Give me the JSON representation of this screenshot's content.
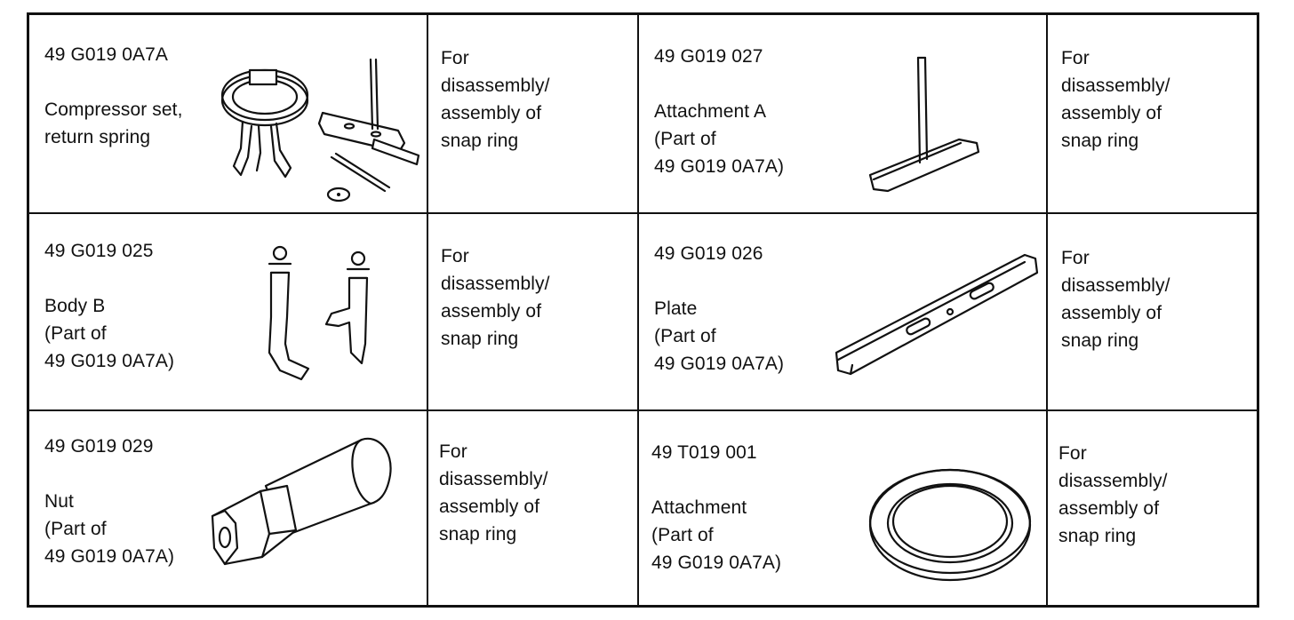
{
  "rows": [
    [
      {
        "code": "49 G019 0A7A",
        "name_lines": [
          "Compressor set,",
          "return spring"
        ],
        "icon": "compressor-set-illustration",
        "purpose_lines": [
          "For",
          "disassembly/",
          "assembly of",
          "snap ring"
        ]
      },
      {
        "code": "49 G019 027",
        "name_lines": [
          "Attachment A",
          "(Part of",
          "49 G019 0A7A)"
        ],
        "icon": "attachment-a-illustration",
        "purpose_lines": [
          "For",
          "disassembly/",
          "assembly of",
          "snap ring"
        ]
      }
    ],
    [
      {
        "code": "49 G019 025",
        "name_lines": [
          "Body B",
          "(Part of",
          "49 G019 0A7A)"
        ],
        "icon": "body-b-illustration",
        "purpose_lines": [
          "For",
          "disassembly/",
          "assembly of",
          "snap ring"
        ]
      },
      {
        "code": "49 G019 026",
        "name_lines": [
          "Plate",
          "(Part of",
          "49 G019 0A7A)"
        ],
        "icon": "plate-illustration",
        "purpose_lines": [
          "For",
          "disassembly/",
          "assembly of",
          "snap ring"
        ]
      }
    ],
    [
      {
        "code": "49 G019 029",
        "name_lines": [
          "Nut",
          "(Part of",
          "49 G019 0A7A)"
        ],
        "icon": "nut-illustration",
        "purpose_lines": [
          "For",
          "disassembly/",
          "assembly of",
          "snap ring"
        ]
      },
      {
        "code": "49 T019 001",
        "name_lines": [
          "Attachment",
          "(Part of",
          "49 G019 0A7A)"
        ],
        "icon": "attachment-ring-illustration",
        "purpose_lines": [
          "For",
          "disassembly/",
          "assembly of",
          "snap ring"
        ]
      }
    ]
  ]
}
